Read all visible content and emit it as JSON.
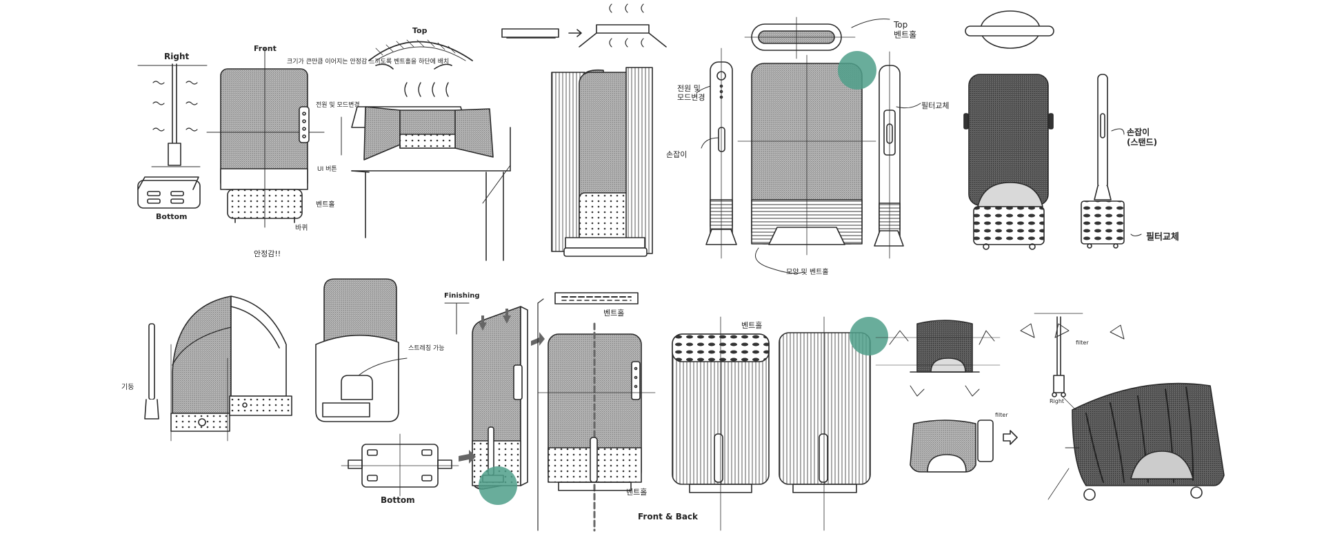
{
  "labels": {
    "right": "Right",
    "front": "Front",
    "top": "Top",
    "bottom_small": "Bottom",
    "bottom": "Bottom",
    "finishing": "Finishing",
    "front_back": "Front & Back",
    "top_vent": "Top\n벤트홀",
    "power_mode": "전원 및\n모드변경",
    "handle": "손잡이",
    "filter_change": "필터교체",
    "stand_vent": "모양 및 벤트홀",
    "handle_stand": "손잡이\n(스탠드)",
    "filter_change2": "필터교체",
    "vent_hole": "벤트홀",
    "vent_hole2": "벤트홀",
    "vent_hole3": "벤트홀",
    "vent_hole4": "벤트홀",
    "wheel": "바퀴",
    "stability": "안정감!!",
    "note_top": "크기가 큰만큼 이어지는 안정감 느끼도록 벤트홀을 하단에 배치",
    "note_side": "전원 및 모드변경",
    "note_ui": "UI 버튼",
    "column_label": "기둥",
    "stretch_note": "스트레칭 가능",
    "filter_label": "filter",
    "filter_label2": "filter",
    "right_label2": "Right"
  },
  "colors": {
    "ink": "#2a2a2a",
    "accent": "#4f9f8a",
    "fabric": "#9a9a9a",
    "fabric_dark": "#555555"
  }
}
